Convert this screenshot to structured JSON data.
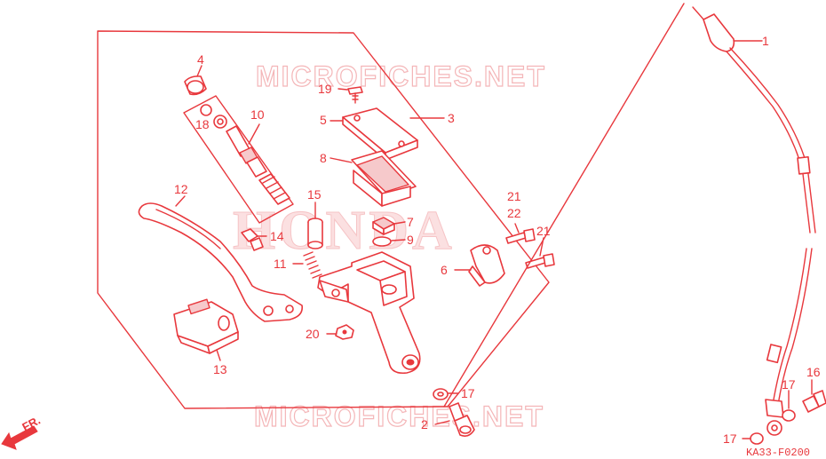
{
  "watermark_top": "MICROFICHES.NET",
  "watermark_bottom": "MICROFICHES.NET",
  "brand_mark": "HONDA",
  "diagram_code": "KA33-F0200",
  "direction_label": "FR.",
  "callouts": {
    "c1": "1",
    "c2": "2",
    "c3": "3",
    "c4": "4",
    "c5": "5",
    "c6": "6",
    "c7": "7",
    "c8": "8",
    "c9": "9",
    "c10": "10",
    "c11": "11",
    "c12": "12",
    "c13": "13",
    "c14": "14",
    "c15": "15",
    "c16": "16",
    "c17a": "17",
    "c17b": "17",
    "c17c": "17",
    "c18": "18",
    "c19": "19",
    "c20": "20",
    "c21a": "21",
    "c21b": "21",
    "c22": "22"
  },
  "colors": {
    "line": "#e8383d",
    "watermark": "#f4b6b8",
    "background": "#ffffff"
  }
}
